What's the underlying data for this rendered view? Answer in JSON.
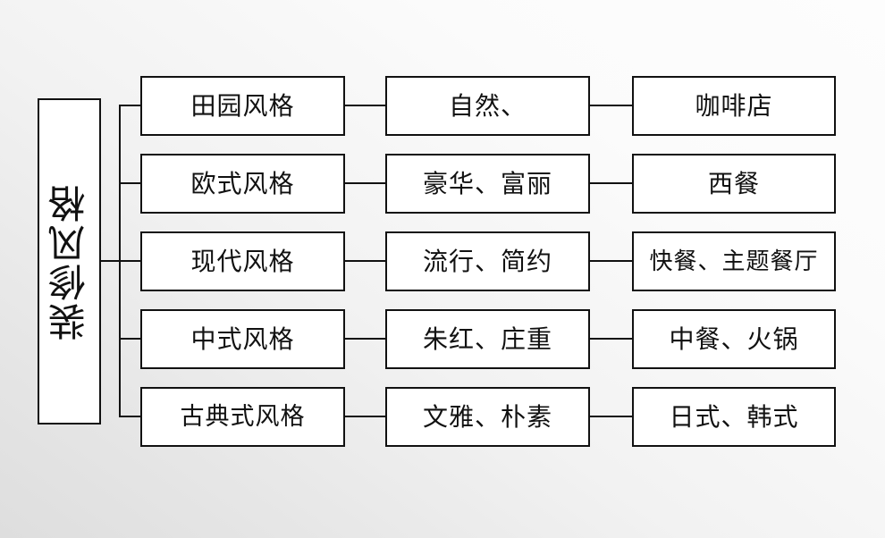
{
  "diagram": {
    "title": "装修风格",
    "type": "tree-diagram",
    "root": {
      "label": "装修风格",
      "orientation": "vertical-text"
    },
    "columns": [
      {
        "name": "style",
        "header": ""
      },
      {
        "name": "characteristics",
        "header": ""
      },
      {
        "name": "restaurant-type",
        "header": ""
      }
    ],
    "rows": [
      {
        "style": "田园风格",
        "characteristics": "自然、",
        "restaurant": "咖啡店"
      },
      {
        "style": "欧式风格",
        "characteristics": "豪华、富丽",
        "restaurant": "西餐"
      },
      {
        "style": "现代风格",
        "characteristics": "流行、简约",
        "restaurant": "快餐、主题餐厅"
      },
      {
        "style": "中式风格",
        "characteristics": "朱红、庄重",
        "restaurant": "中餐、火锅"
      },
      {
        "style": "古典式风格",
        "characteristics": "文雅、朴素",
        "restaurant": "日式、韩式"
      }
    ]
  },
  "colors": {
    "box_border": "#111111",
    "box_fill": "#ffffff",
    "text": "#111111",
    "connector": "#111111",
    "background_light": "#fdfdfd",
    "background_dark": "#dedede"
  }
}
